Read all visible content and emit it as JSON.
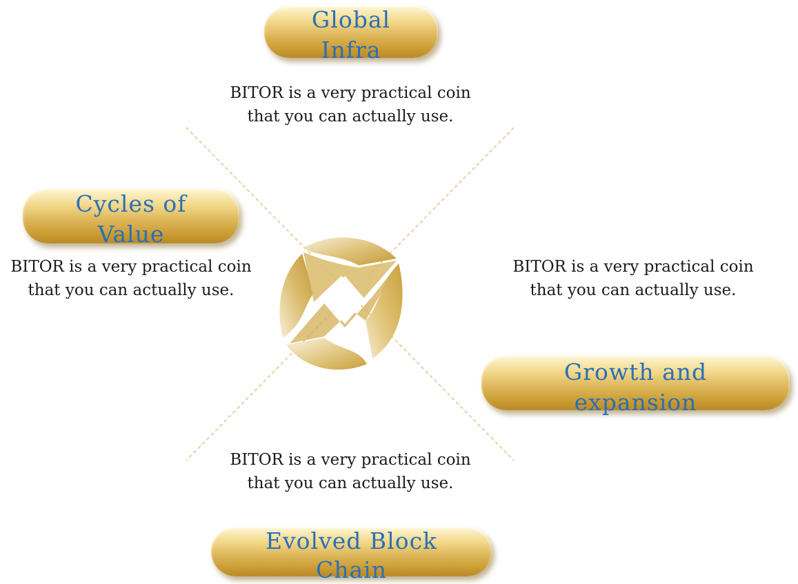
{
  "center_logo": {
    "icon": "bitor-swirl-logo",
    "colors": [
      "#c9a13b",
      "#e8cf86",
      "#f7ecd0"
    ]
  },
  "line_color": "#e3b777",
  "pill_text_color": "#2a6fb8",
  "items": [
    {
      "id": "global-infra",
      "label_line1": "Global",
      "label_line2": "Infra",
      "description": "BITOR is a very practical coin that you can actually use."
    },
    {
      "id": "cycles-of-value",
      "label_line1": "Cycles of",
      "label_line2": "Value",
      "description": "BITOR is a very practical coin that you can actually use."
    },
    {
      "id": "growth-and-expansion",
      "label_line1": "Growth and",
      "label_line2": "expansion",
      "description": "BITOR is a very practical coin that you can actually use."
    },
    {
      "id": "evolved-block-chain",
      "label_line1": "Evolved Block",
      "label_line2": "Chain",
      "description": "BITOR is a very practical coin that you can actually use."
    }
  ]
}
